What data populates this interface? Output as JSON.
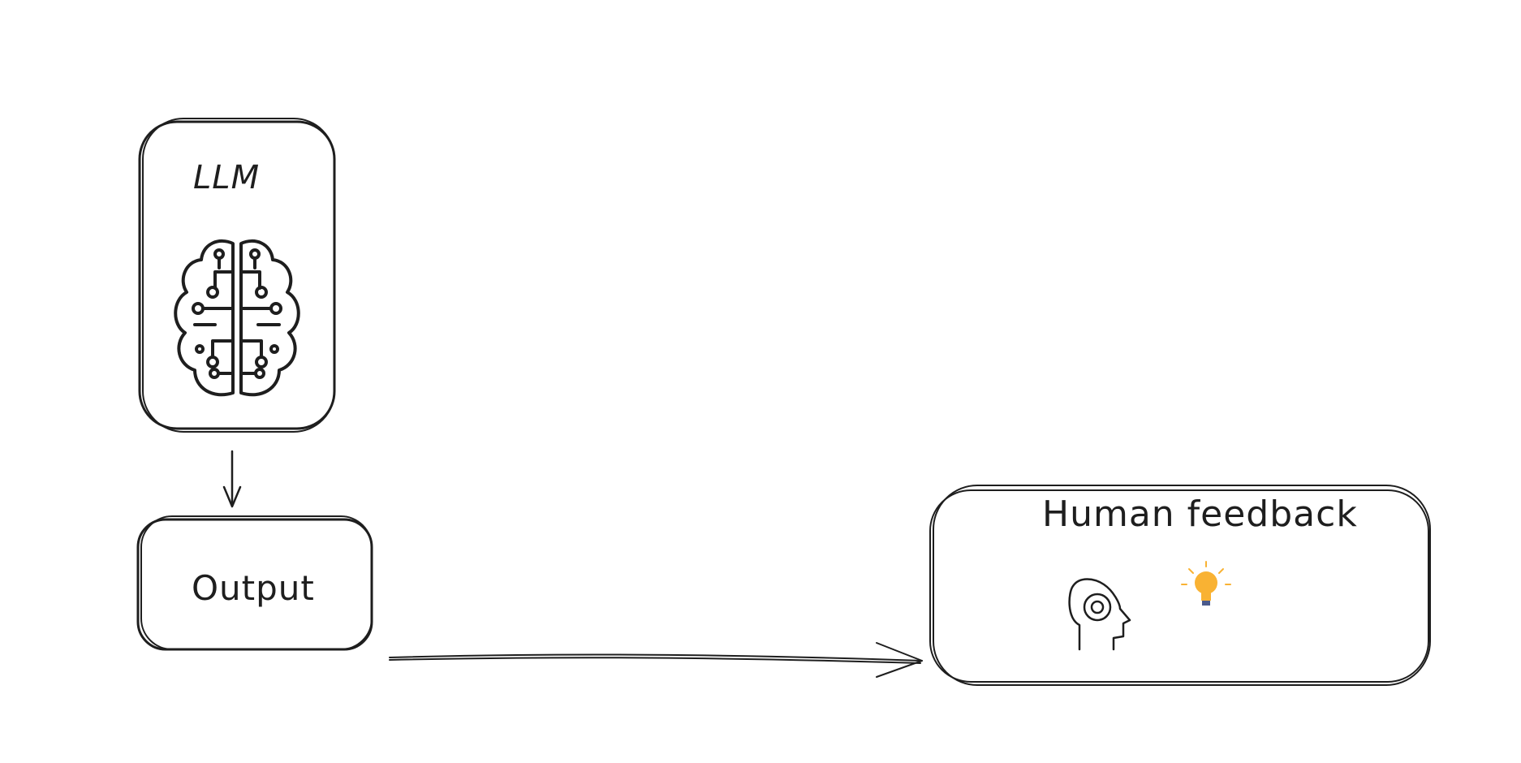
{
  "nodes": {
    "llm": {
      "label": "LLM",
      "icon": "brain-circuit-icon"
    },
    "output": {
      "label": "Output"
    },
    "human_feedback": {
      "label": "Human feedback",
      "icons": [
        "head-gear-icon",
        "lightbulb-icon"
      ]
    }
  },
  "edges": [
    {
      "from": "llm",
      "to": "output"
    },
    {
      "from": "output",
      "to": "human_feedback"
    }
  ],
  "colors": {
    "stroke": "#1e1e1e",
    "bulb": "#f9b233",
    "bulb_base": "#4a5a8c",
    "background": "#ffffff"
  }
}
